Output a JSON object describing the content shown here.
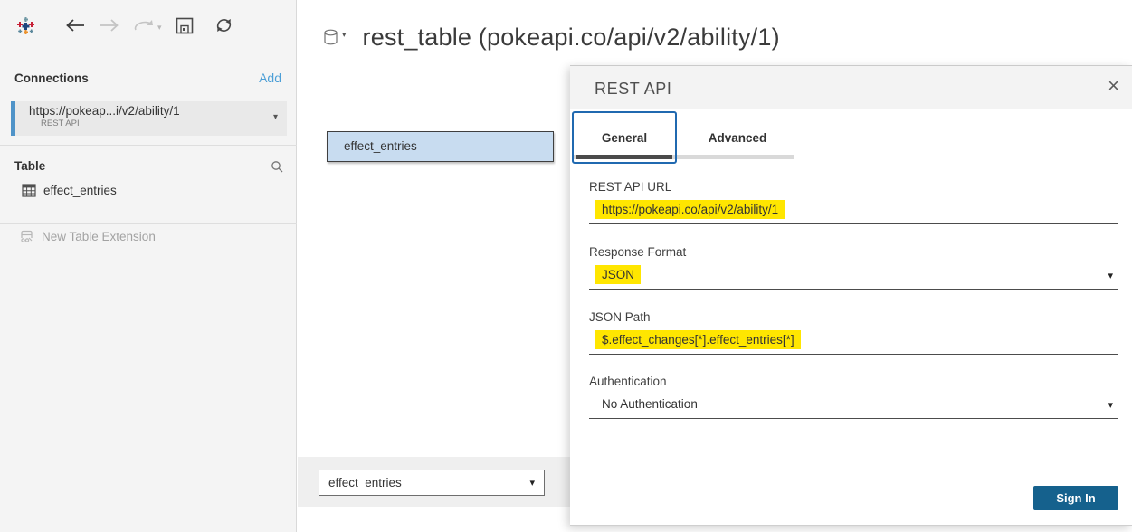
{
  "toolbar": {
    "icons": [
      "tableau-logo",
      "back-arrow",
      "forward-arrow",
      "redo-arrow",
      "save",
      "refresh"
    ]
  },
  "sidebar": {
    "connections": {
      "header": "Connections",
      "add_label": "Add",
      "connection": {
        "name": "https://pokeap...i/v2/ability/1",
        "type": "REST API"
      }
    },
    "table_section": {
      "header": "Table",
      "tables": [
        {
          "name": "effect_entries"
        }
      ],
      "new_table_extension_label": "New Table Extension"
    }
  },
  "main": {
    "title": "rest_table (pokeapi.co/api/v2/ability/1)",
    "canvas_node_label": "effect_entries",
    "table_selector_value": "effect_entries"
  },
  "dialog": {
    "title": "REST API",
    "tabs": [
      {
        "label": "General",
        "selected": true
      },
      {
        "label": "Advanced",
        "selected": false
      }
    ],
    "fields": [
      {
        "label": "REST API URL",
        "value": "https://pokeapi.co/api/v2/ability/1",
        "highlighted": true,
        "dropdown": false
      },
      {
        "label": "Response Format",
        "value": "JSON",
        "highlighted": true,
        "dropdown": true
      },
      {
        "label": "JSON Path",
        "value": "$.effect_changes[*].effect_entries[*]",
        "highlighted": true,
        "dropdown": false
      },
      {
        "label": "Authentication",
        "value": "No Authentication",
        "highlighted": false,
        "dropdown": true
      }
    ],
    "sign_in_label": "Sign In"
  },
  "icons": {
    "close": "×",
    "caret": "▾"
  },
  "colors": {
    "highlight_yellow": "#ffe600",
    "accent_blue_bar": "#4f93c8",
    "tab_focus_blue": "#2069b0",
    "sign_in_button": "#15618d",
    "canvas_node_fill": "#c8dcf0",
    "add_link_blue": "#4c9fd7"
  }
}
